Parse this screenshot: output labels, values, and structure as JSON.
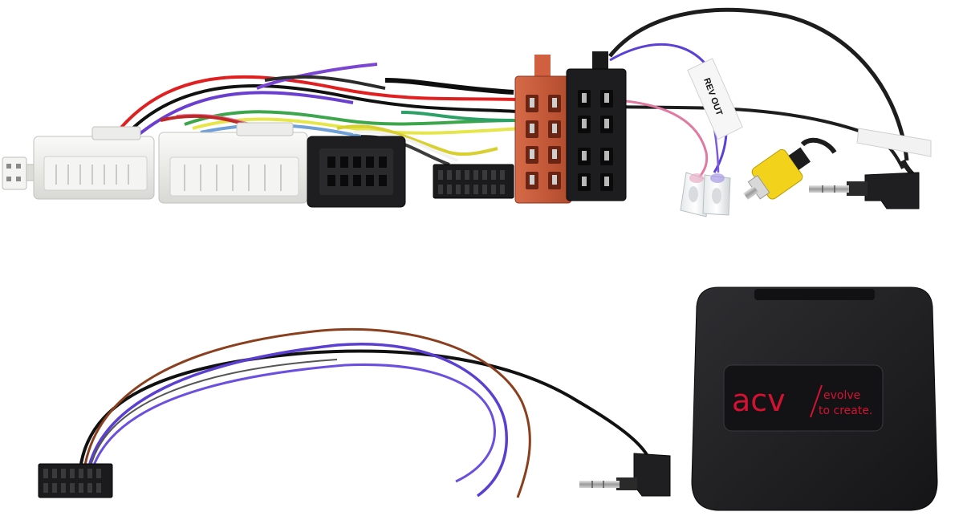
{
  "harness": {
    "tag_text": "REV OUT"
  },
  "interface_box": {
    "brand": "acv",
    "slogan_line1": "evolve",
    "slogan_line2": "to create."
  },
  "colors": {
    "connector_white": "#eeeeec",
    "connector_black": "#1c1c1e",
    "iso_orange": "#c8583a",
    "rca_yellow": "#f2d21a",
    "box_black": "#202022",
    "brand_red": "#d31232",
    "wire_purple": "#5a3fd0",
    "wire_brown": "#8a3f1e"
  }
}
